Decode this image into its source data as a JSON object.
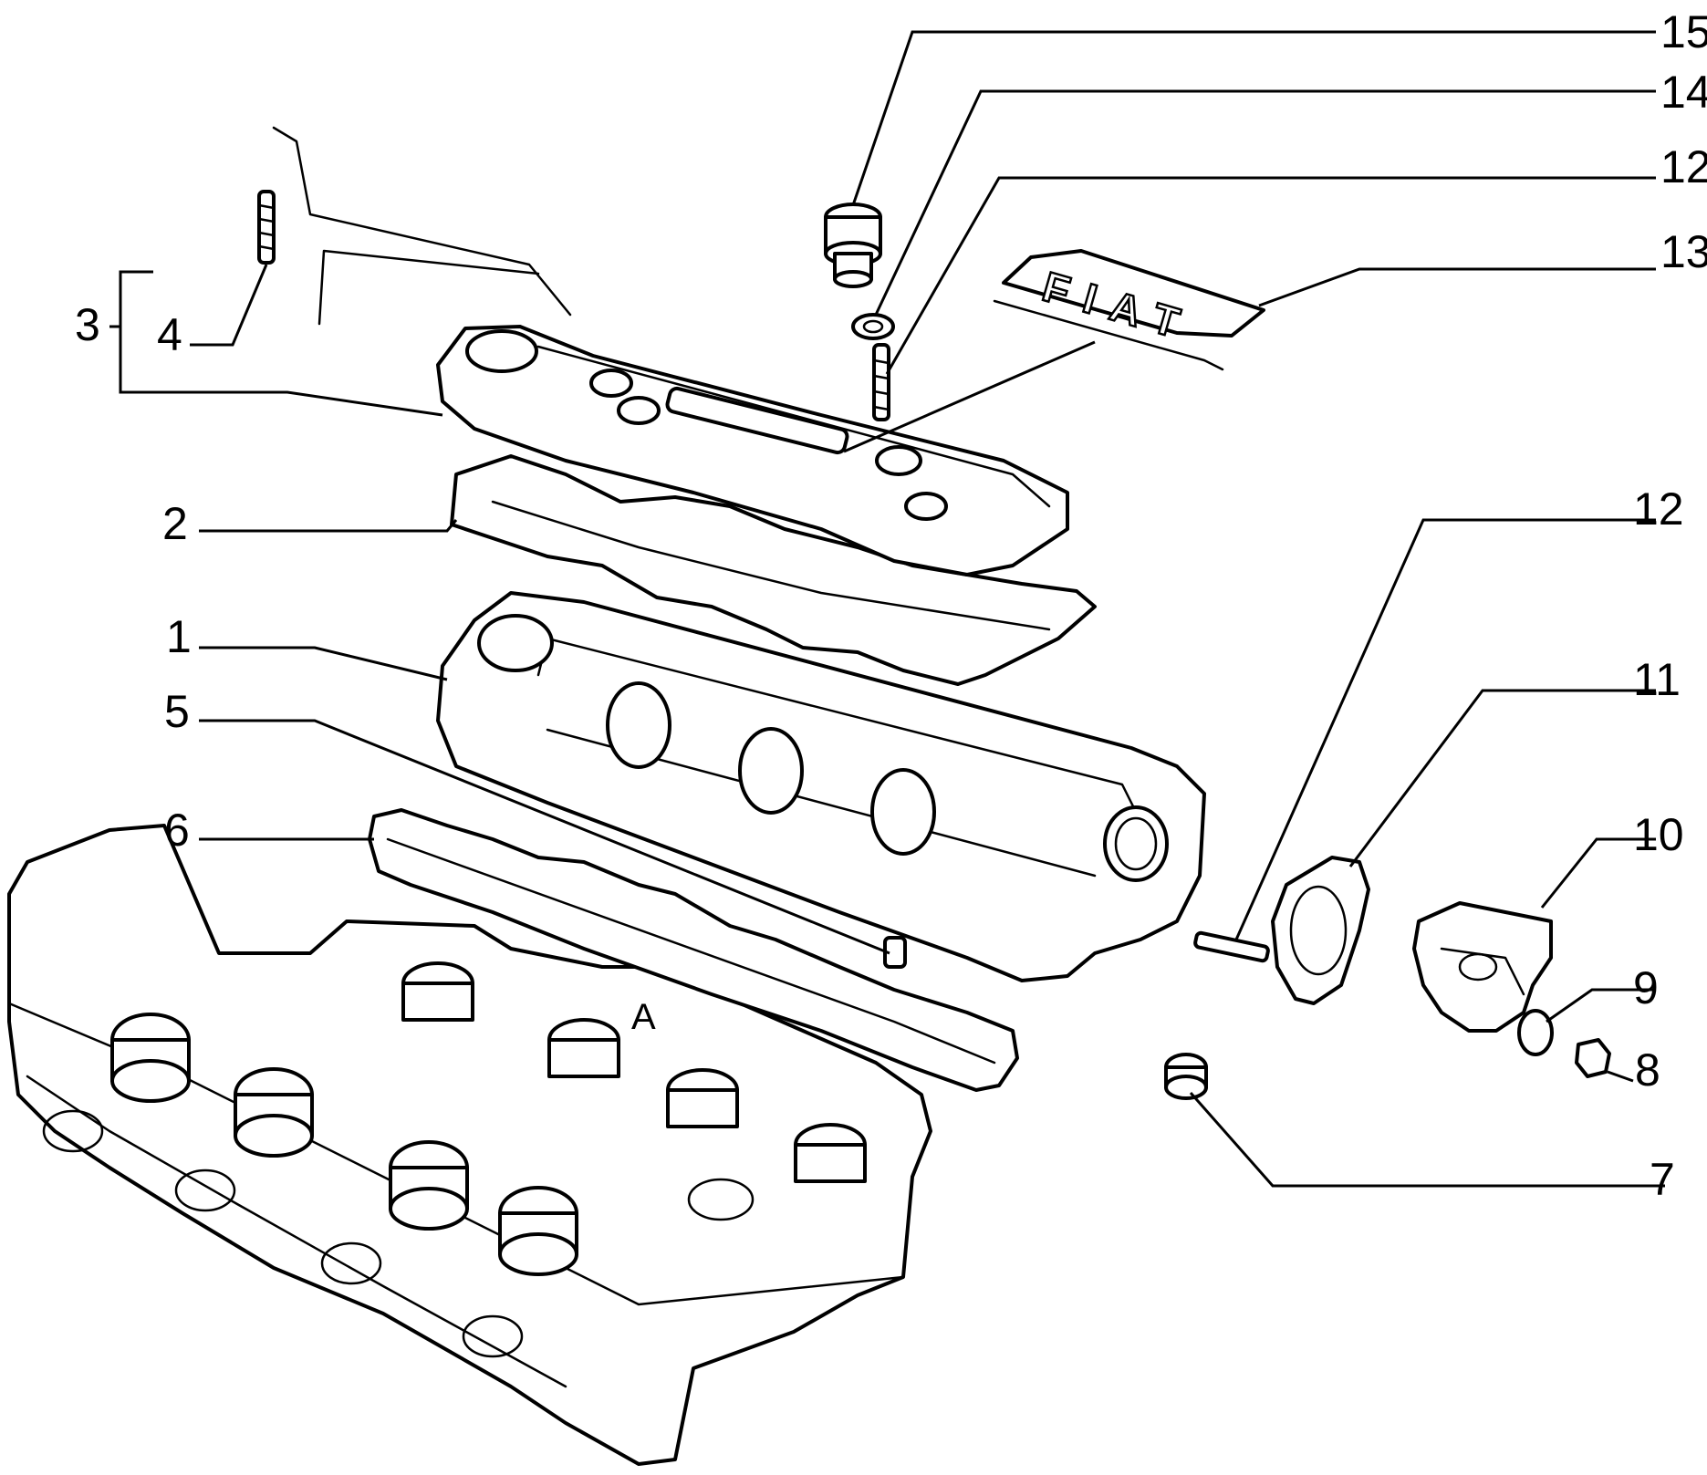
{
  "diagram": {
    "callouts": {
      "c1": "1",
      "c2": "2",
      "c3": "3",
      "c4": "4",
      "c5": "5",
      "c6": "6",
      "c7": "7",
      "c8": "8",
      "c9": "9",
      "c10": "10",
      "c11": "11",
      "c12a": "12",
      "c12b": "12",
      "c13": "13",
      "c14": "14",
      "c15": "15"
    },
    "view_label": "A",
    "badge_text": "FIAT"
  }
}
